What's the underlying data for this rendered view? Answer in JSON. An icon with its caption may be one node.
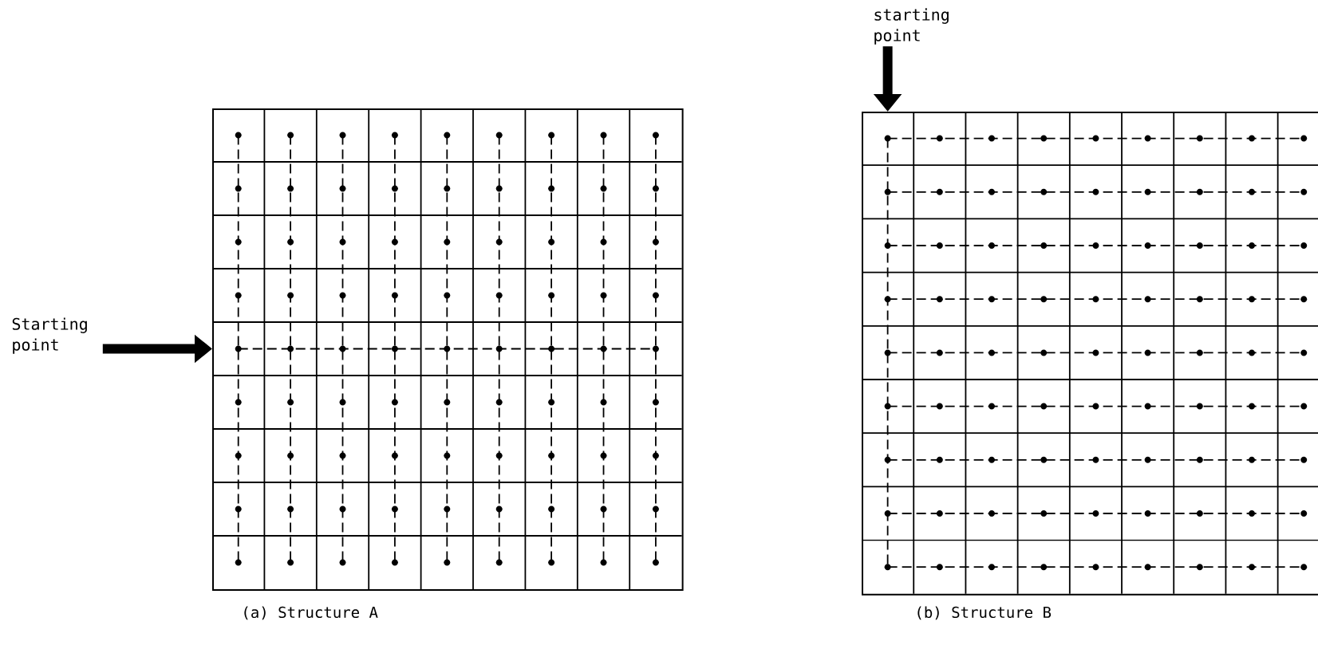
{
  "diagram": {
    "nodes": [
      {
        "text": [
          "Starting point"
        ]
      },
      {
        "text": [],
        "shape": "grid"
      },
      {
        "text": [
          "starting point"
        ]
      },
      {
        "text": [],
        "shape": "grid"
      }
    ],
    "edges": [
      {
        "from": 0,
        "to": 1,
        "arrow": "to"
      },
      {
        "from": 2,
        "to": 3,
        "arrow": "to"
      }
    ],
    "labels": [
      "(a) Structure A",
      "(b) Structure B"
    ]
  }
}
